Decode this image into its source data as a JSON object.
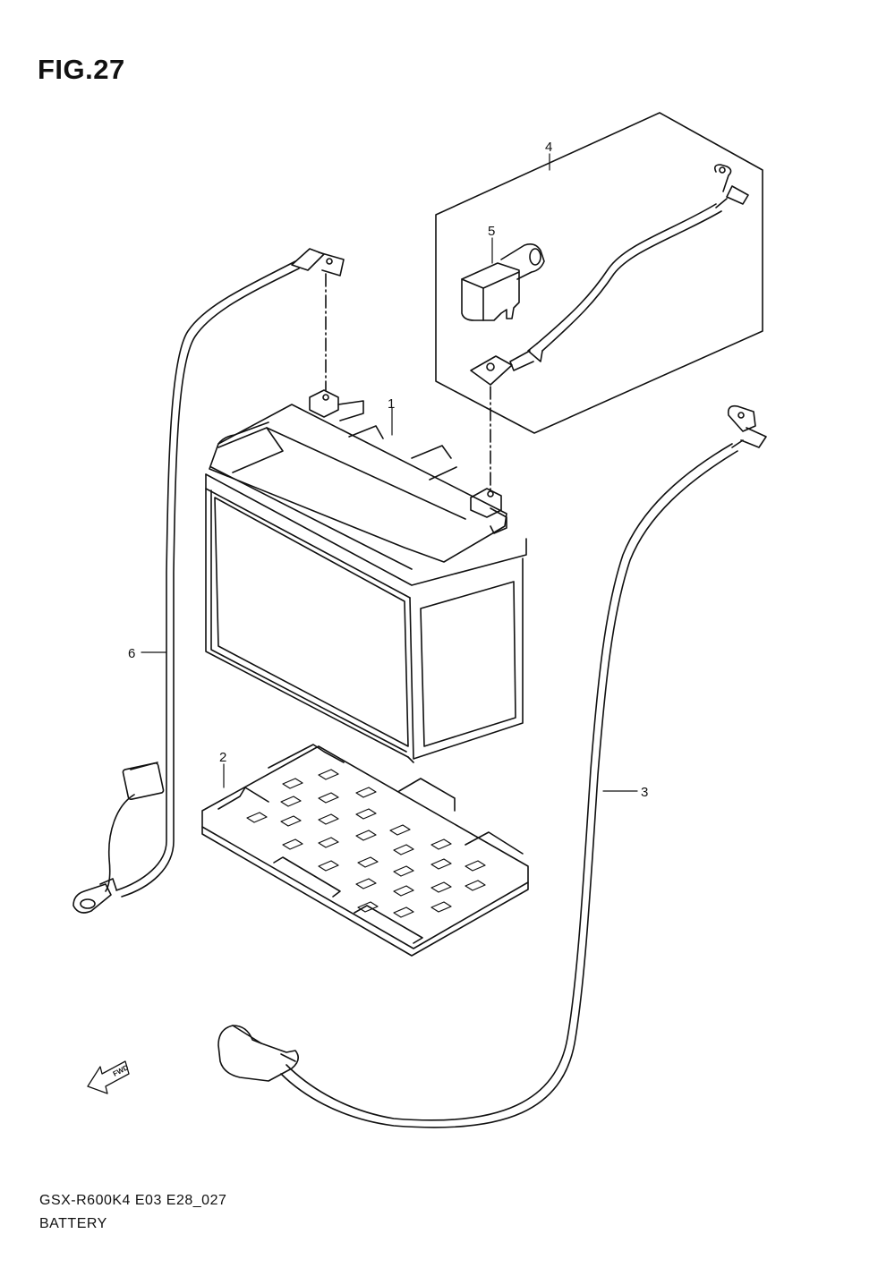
{
  "figure": {
    "title": "FIG.27"
  },
  "parts": [
    {
      "callout": "1",
      "part": "battery"
    },
    {
      "callout": "2",
      "part": "battery-tray"
    },
    {
      "callout": "3",
      "part": "negative-cable"
    },
    {
      "callout": "4",
      "part": "starter-motor-lead-set"
    },
    {
      "callout": "5",
      "part": "terminal-cover"
    },
    {
      "callout": "6",
      "part": "ground-wire"
    }
  ],
  "direction_marker": {
    "label": "FWD",
    "icon": "fwd-arrow-icon"
  },
  "footer": {
    "code": "GSX-R600K4 E03 E28_027",
    "name": "BATTERY"
  }
}
